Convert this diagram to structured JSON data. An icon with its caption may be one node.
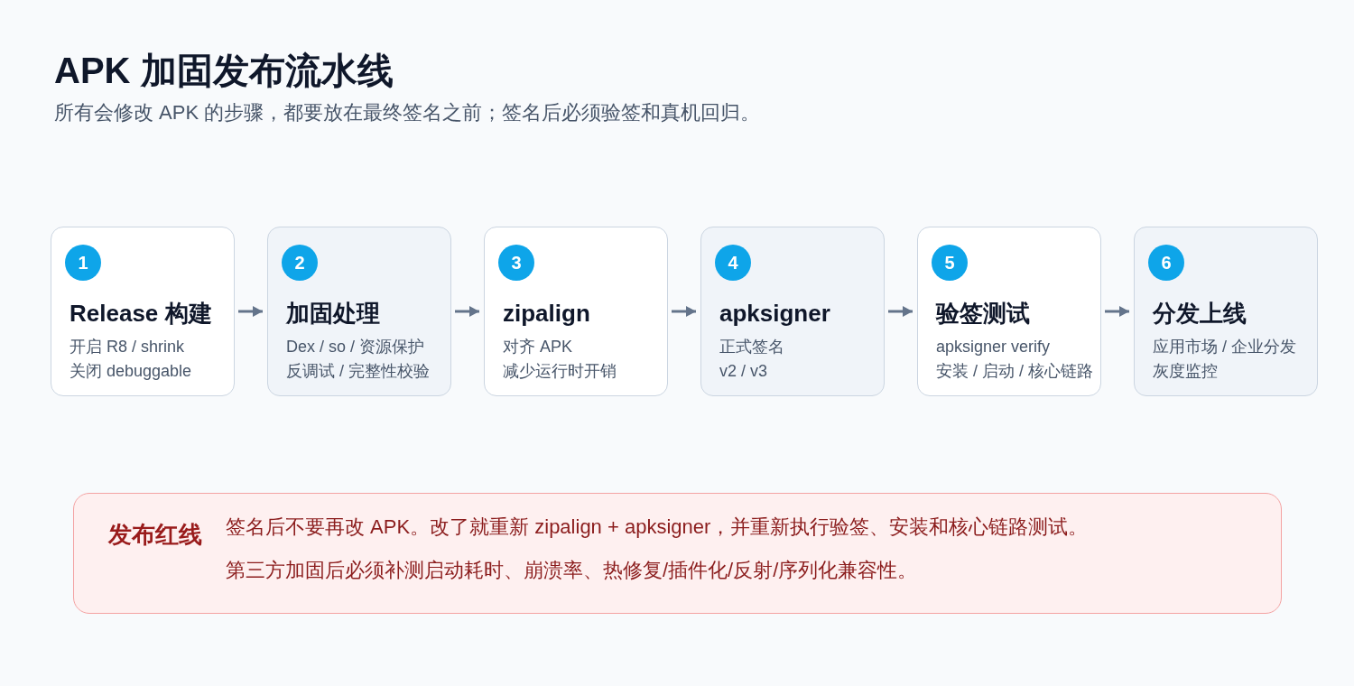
{
  "diagram": {
    "title": "APK 加固发布流水线",
    "nodes": [
      {
        "text": [
          "1",
          "Release 构建",
          "开启 R8 / shrink",
          "关闭 debuggable"
        ]
      },
      {
        "text": [
          "2",
          "加固处理",
          "Dex / so / 资源保护",
          "反调试 / 完整性校验"
        ]
      },
      {
        "text": [
          "3",
          "zipalign",
          "对齐 APK",
          "减少运行时开销"
        ]
      },
      {
        "text": [
          "4",
          "apksigner",
          "正式签名",
          "v2 / v3"
        ]
      },
      {
        "text": [
          "5",
          "验签测试",
          "apksigner verify",
          "安装 / 启动 / 核心链路"
        ]
      },
      {
        "text": [
          "6",
          "分发上线",
          "应用市场 / 企业分发",
          "灰度监控"
        ]
      },
      {
        "text": [
          "发布红线",
          "签名后不要再改 APK。改了就重新 zipalign + apksigner，并重新执行验签、安装和核心链路测试。",
          "第三方加固后必须补测启动耗时、崩溃率、热修复/插件化/反射/序列化兼容性。"
        ]
      }
    ],
    "edges": [
      {
        "from": 0,
        "to": 1,
        "arrow": "to"
      },
      {
        "from": 1,
        "to": 2,
        "arrow": "to"
      },
      {
        "from": 2,
        "to": 3,
        "arrow": "to"
      },
      {
        "from": 3,
        "to": 4,
        "arrow": "to"
      },
      {
        "from": 4,
        "to": 5,
        "arrow": "to"
      }
    ],
    "labels": [
      "所有会修改 APK 的步骤，都要放在最终签名之前；签名后必须验签和真机回归。"
    ]
  }
}
